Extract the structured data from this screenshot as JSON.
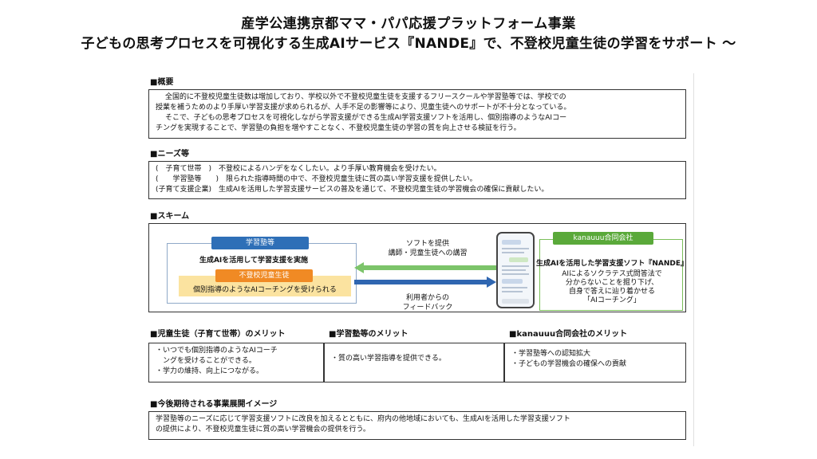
{
  "header": {
    "line1": "産学公連携京都ママ・パパ応援プラットフォーム事業",
    "line2": "子どもの思考プロセスを可視化する生成AIサービス『NANDE』で、不登校児童生徒の学習をサポート ～"
  },
  "overview": {
    "title": "■概要",
    "lines": [
      "全国的に不登校児童生徒数は増加しており、学校以外で不登校児童生徒を支援するフリースクールや学習塾等では、学校での",
      "授業を補うためのより手厚い学習支援が求められるが、人手不足の影響等により、児童生徒へのサポートが不十分となっている。",
      "そこで、子どもの思考プロセスを可視化しながら学習支援ができる生成AI学習支援ソフトを活用し、個別指導のようなAIコー",
      "チングを実現することで、学習塾の負担を増やすことなく、不登校児童生徒の学習の質を向上させる検証を行う。"
    ]
  },
  "needs": {
    "title": "■ニーズ等",
    "lines": [
      "(　子育て世帯　)　不登校によるハンデをなくしたい。より手厚い教育機会を受けたい。",
      "(　　学習塾等　　)　限られた指導時間の中で、不登校児童生徒に質の高い学習支援を提供したい。",
      "(子育て支援企業)　生成AIを活用した学習支援サービスの普及を通じて、不登校児童生徒の学習機会の確保に貢献したい。"
    ]
  },
  "scheme": {
    "title": "■スキーム",
    "left_tag": "学習塾等",
    "left_text1": "生成AIを活用して学習支援を実施",
    "student_tag": "不登校児童生徒",
    "left_text2": "個別指導のようなAIコーチングを受けられる",
    "arrow_top_line1": "ソフトを提供",
    "arrow_top_line2": "講師・児童生徒への講習",
    "arrow_bottom_line1": "利用者からの",
    "arrow_bottom_line2": "フィードバック",
    "right_tag": "kanauuu合同会社",
    "right_title": "生成AIを活用した学習支援ソフト『NANDE』",
    "right_desc": [
      "AIによるソクラテス式問答法で",
      "分からないことを掘り下げ、",
      "自身で答えに辿り着かせる",
      "「AIコーチング」"
    ]
  },
  "merits": {
    "child": {
      "title": "■児童生徒（子育て世帯）のメリット",
      "lines": [
        "・いつでも個別指導のようなAIコーチ",
        "　ングを受けることができる。",
        "・学力の維持、向上につながる。"
      ]
    },
    "cram": {
      "title": "■学習塾等のメリット",
      "lines": [
        "・質の高い学習指導を提供できる。"
      ]
    },
    "kanauuu": {
      "title": "■kanauuu合同会社のメリット",
      "lines": [
        "・学習塾等への認知拡大",
        "・子どもの学習機会の確保への貢献"
      ]
    }
  },
  "future": {
    "title": "■今後期待される事業展開イメージ",
    "lines": [
      "学習塾等のニーズに応じて学習支援ソフトに改良を加えるとともに、府内の他地域においても、生成AIを活用した学習支援ソフト",
      "の提供により、不登校児童生徒に質の高い学習機会の提供を行う。"
    ]
  },
  "colors": {
    "blue": "#2e6fb7",
    "orange": "#f08a24",
    "green": "#5aa93a",
    "yellow": "#fbe3a0",
    "arrow_green": "#7cc46a",
    "arrow_blue": "#2f66b1"
  }
}
